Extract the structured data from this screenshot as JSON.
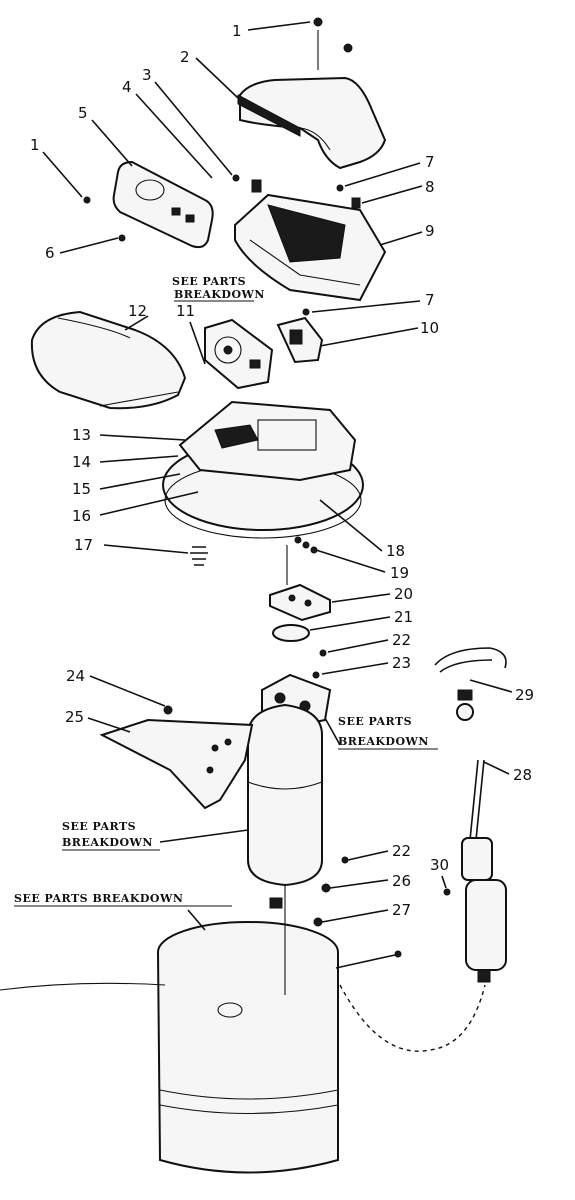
{
  "part_numbers": [
    "1",
    "2",
    "3",
    "4",
    "5",
    "1",
    "6",
    "7",
    "8",
    "9",
    "7",
    "10",
    "11",
    "12",
    "13",
    "14",
    "15",
    "16",
    "17",
    "18",
    "19",
    "20",
    "21",
    "22",
    "23",
    "24",
    "25",
    "29",
    "28",
    "22",
    "26",
    "27",
    "30"
  ],
  "callouts": {
    "a": "SEE PARTS",
    "a2": "BREAKDOWN",
    "b": "SEE PARTS",
    "b2": "BREAKDOWN",
    "c": "SEE PARTS",
    "c2": "BREAKDOWN",
    "d": "SEE PARTS BREAKDOWN"
  }
}
